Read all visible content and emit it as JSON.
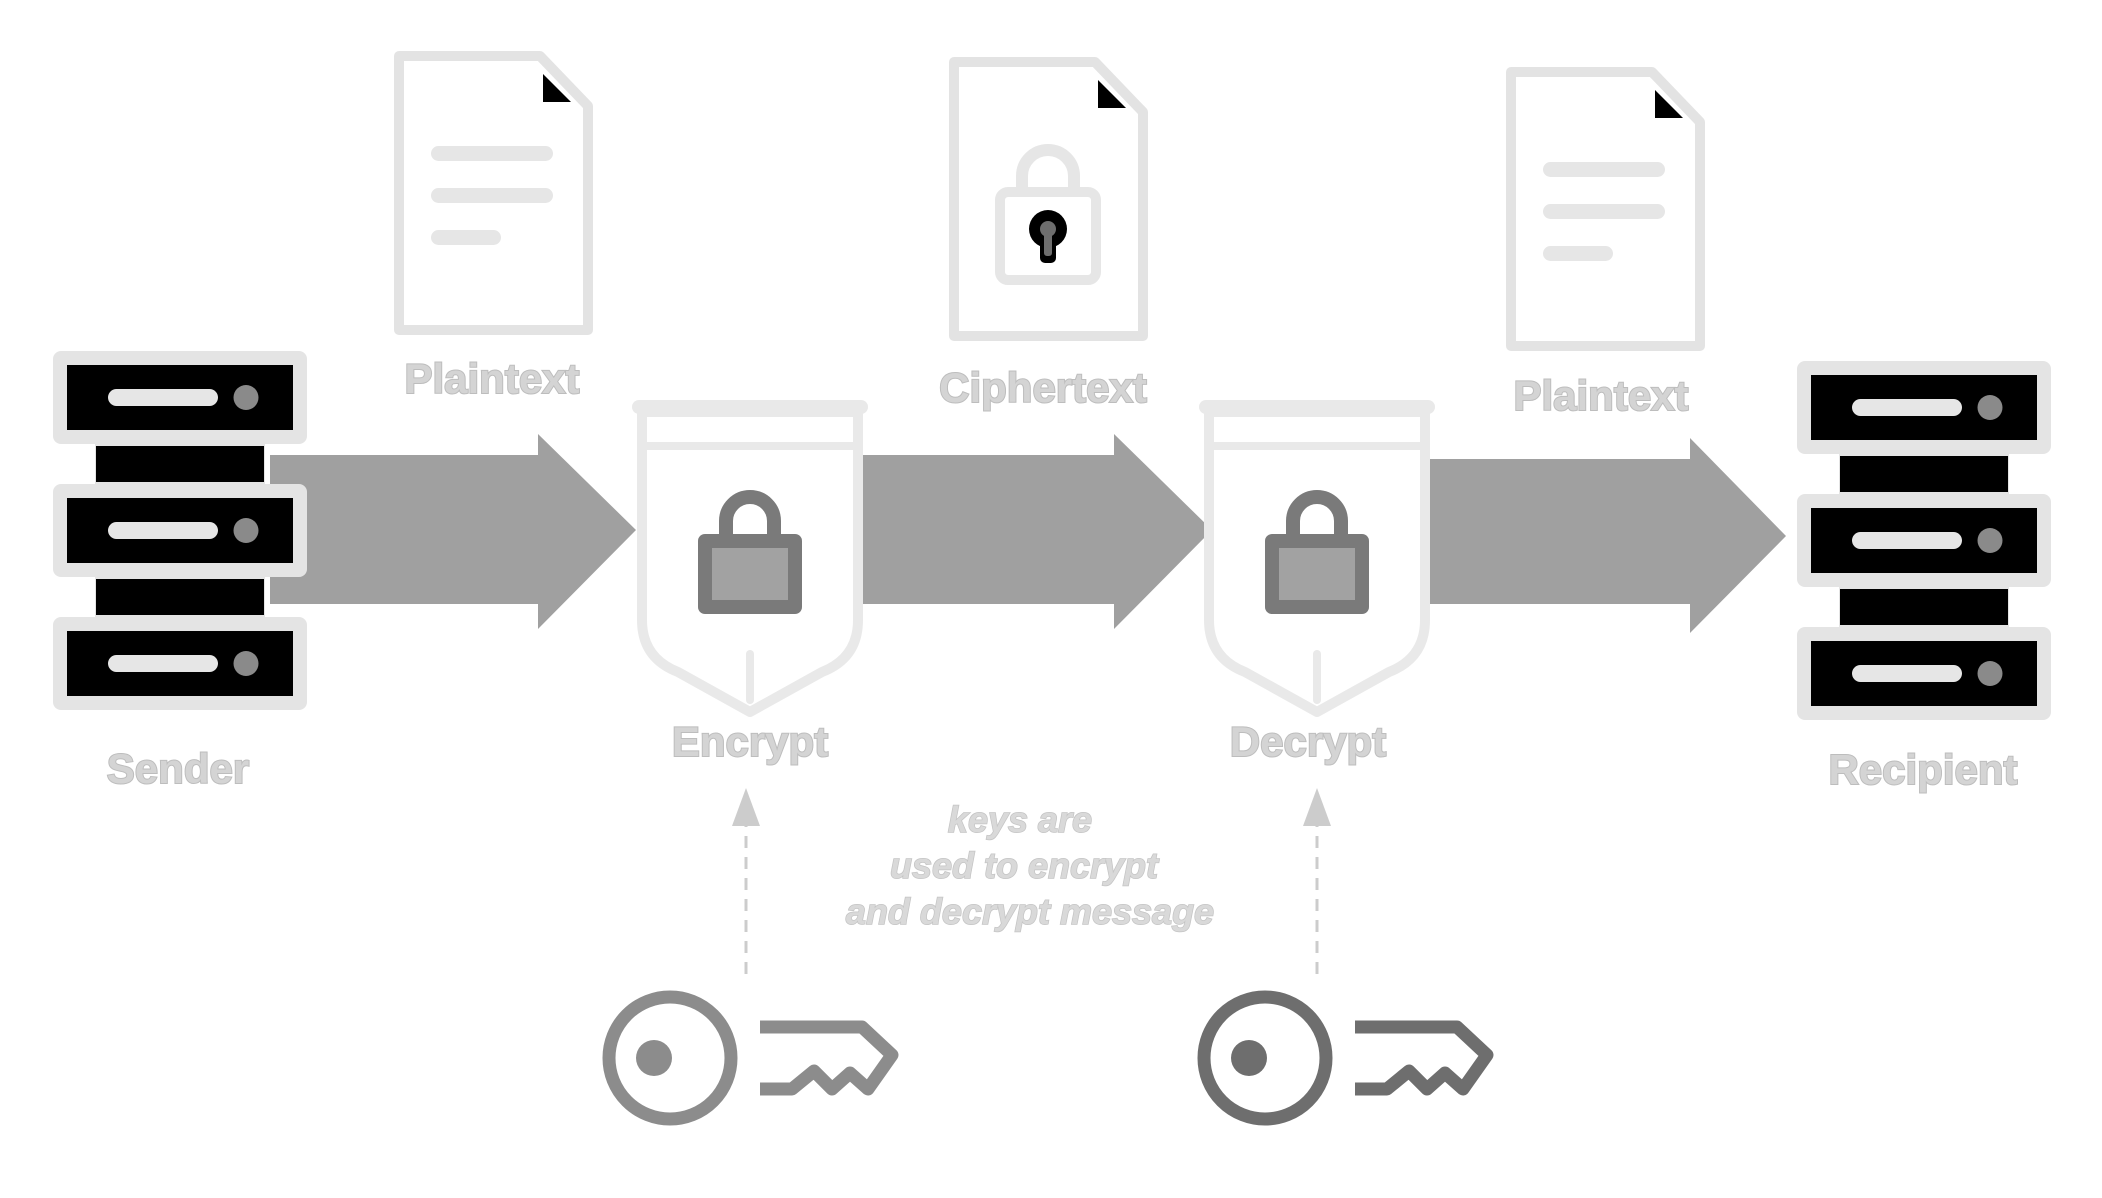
{
  "labels": {
    "sender": "Sender",
    "plaintext_in": "Plaintext",
    "encrypt": "Encrypt",
    "ciphertext": "Ciphertext",
    "decrypt": "Decrypt",
    "plaintext_out": "Plaintext",
    "recipient": "Recipient"
  },
  "note": {
    "line1": "keys are",
    "line2": "used to encrypt",
    "line3": "and decrypt message"
  },
  "icons": {
    "sender": "server-icon",
    "plaintext_in": "document-icon",
    "encrypt": "shield-lock-icon",
    "ciphertext": "locked-document-icon",
    "decrypt": "shield-lock-icon",
    "plaintext_out": "document-icon",
    "recipient": "server-icon",
    "encrypt_key": "key-icon",
    "decrypt_key": "key-icon"
  },
  "colors": {
    "arrow": "#a0a0a0",
    "server_body": "#000000",
    "light_outline": "#e6e6e6",
    "lock": "#7a7a7a",
    "key_encrypt": "#8c8c8c",
    "key_decrypt": "#6e6e6e",
    "label_text": "#d4d4d4"
  }
}
